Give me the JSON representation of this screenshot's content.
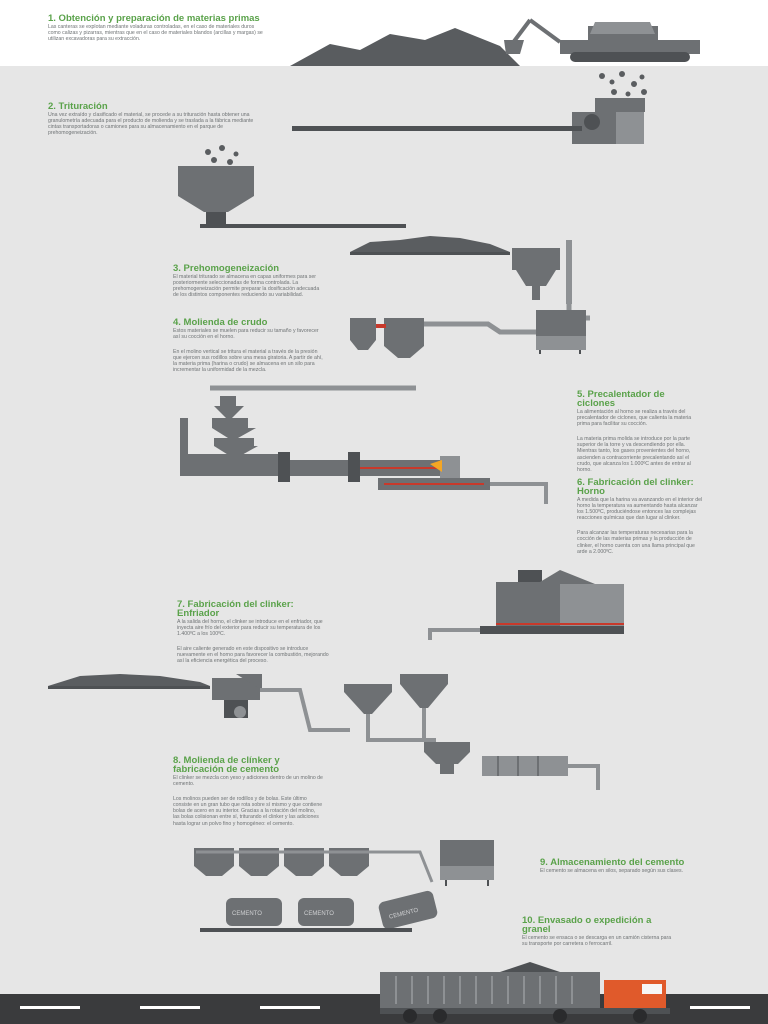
{
  "colors": {
    "green_heading": "#5aa24a",
    "body_text": "#6f7375",
    "machine_grey": "#6d7073",
    "dark_grey": "#4e5154",
    "red_accent": "#c8392b",
    "truck_orange": "#e05a2b",
    "road": "#3a3b3d",
    "background": "#e6e6e6"
  },
  "steps": [
    {
      "title": "1. Obtención y preparación de materias primas",
      "paragraphs": [
        "Las canteras se explotan mediante voladuras controladas, en el caso de materiales duros como calizas y pizarras, mientras que en el caso de materiales blandos (arcillas y margas) se utilizan excavadoras para su extracción."
      ]
    },
    {
      "title": "2. Trituración",
      "paragraphs": [
        "Una vez extraído y clasificado el material, se procede a su trituración hasta obtener una granulometría adecuada para el producto de molienda y se traslada a la fábrica mediante cintas transportadoras o camiones para su almacenamiento en el parque de prehomogeneización."
      ]
    },
    {
      "title": "3. Prehomogeneización",
      "paragraphs": [
        "El material triturado se almacena en capas uniformes para ser posteriormente seleccionadas de forma controlada. La prehomogeneización permite preparar la dosificación adecuada de los distintos componentes reduciendo su variabilidad."
      ]
    },
    {
      "title": "4. Molienda de crudo",
      "paragraphs": [
        "Estos materiales se muelen para reducir su tamaño y favorecer así su cocción en el horno.",
        "En el molino vertical se tritura el material a través de la presión que ejercen sus rodillos sobre una mesa giratoria. A partir de ahí, la materia prima (harina o crudo) se almacena en un silo para incrementar la uniformidad de la mezcla."
      ]
    },
    {
      "title": "5. Precalentador de ciclones",
      "paragraphs": [
        "La alimentación al horno se realiza a través del precalentador de ciclones, que calienta la materia prima para facilitar su cocción.",
        "La materia prima molida se introduce por la parte superior de la torre y va descendiendo por ella. Mientras tanto, los gases provenientes del horno, ascienden a contracorriente precalentando así el crudo, que alcanza los 1.000ºC antes de entrar al horno."
      ]
    },
    {
      "title": "6. Fabricación del clinker: Horno",
      "paragraphs": [
        "A medida que la harina va avanzando en el interior del horno la temperatura va aumentando hasta alcanzar los 1.500ºC, produciéndose entonces las complejas reacciones químicas que dan lugar al clinker.",
        "Para alcanzar las temperaturas necesarias para la cocción de las materias primas y la producción de clinker, el horno cuenta con una llama principal que arde a 2.000ºC."
      ]
    },
    {
      "title": "7. Fabricación del clinker: Enfriador",
      "paragraphs": [
        "A la salida del horno, el clinker se introduce en el enfriador, que inyecta aire frío del exterior para reducir su temperatura de los 1.400ºC a los 100ºC.",
        "El aire caliente generado en este dispositivo se introduce nuevamente en el horno para favorecer la combustión, mejorando así la eficiencia energética del proceso."
      ]
    },
    {
      "title": "8. Molienda de clínker y fabricación de cemento",
      "paragraphs": [
        "El clinker se mezcla con yeso y adiciones dentro de un molino de cemento.",
        "Los molinos pueden ser de rodillos y de bolas. Este último consiste en un gran tubo que rota sobre sí mismo y que contiene bolas de acero en su interior. Gracias a la rotación del molino, las bolas colisionan entre sí, triturando el clinker y las adiciones hasta lograr un polvo fino y homogéneo: el cemento."
      ]
    },
    {
      "title": "9. Almacenamiento del cemento",
      "paragraphs": [
        "El cemento se almacena en silos, separado según sus clases."
      ]
    },
    {
      "title": "10. Envasado o expedición a granel",
      "paragraphs": [
        "El cemento se ensaca o se descarga en un camión cisterna para su transporte por carretera o ferrocarril."
      ]
    }
  ],
  "bag_label": "CEMENTO"
}
